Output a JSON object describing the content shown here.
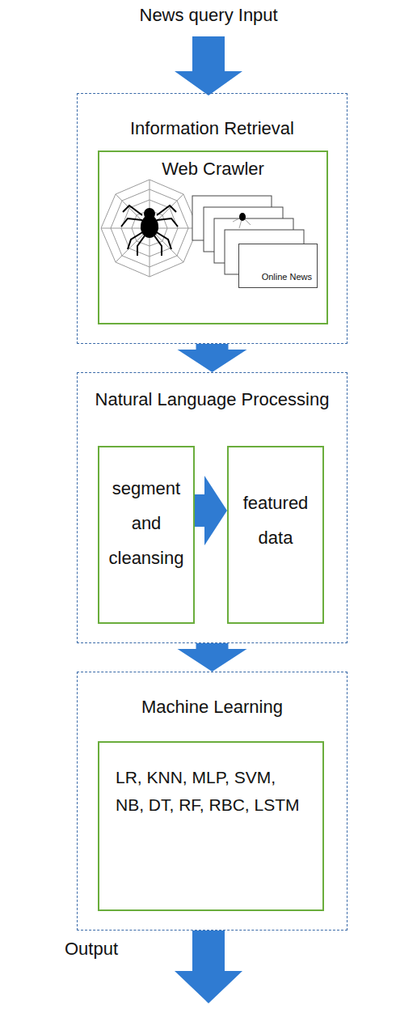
{
  "diagram": {
    "nodes": [
      {
        "text": [
          "Information Retrieval"
        ]
      },
      {
        "text": [
          "Web Crawler"
        ],
        "in": 0
      },
      {
        "text": [
          "Online News"
        ],
        "in": 1
      },
      {
        "text": [
          "Natural Language Processing"
        ]
      },
      {
        "text": [
          "segment and cleansing"
        ],
        "in": 3
      },
      {
        "text": [
          "featured data"
        ],
        "in": 3
      },
      {
        "text": [
          "Machine Learning"
        ]
      },
      {
        "text": [
          "LR, KNN, MLP, SVM, NB, DT, RF, RBC, LSTM"
        ],
        "in": 6
      }
    ],
    "edges": [
      {
        "from": 0,
        "to": 3,
        "arrow": "to"
      },
      {
        "from": 4,
        "to": 5,
        "arrow": "to"
      },
      {
        "from": 3,
        "to": 6,
        "arrow": "to"
      }
    ],
    "labels": [
      "News query Input",
      "Output"
    ]
  }
}
